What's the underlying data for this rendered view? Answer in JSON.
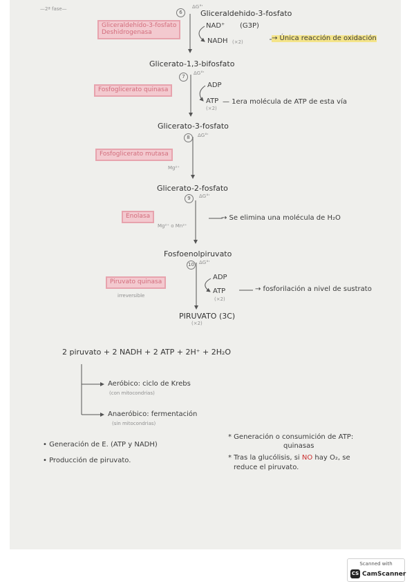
{
  "phase": "—2ª fase—",
  "steps": [
    {
      "num": "6",
      "enzyme": "Gliceraldehído-3-fosfato\nDeshidrogenasa",
      "substrate": "Gliceraldehido-3-fosfato",
      "in": "NAD⁺",
      "out": "NADH",
      "note": "→ Única reacción de oxidación"
    },
    {
      "num": "7",
      "enzyme": "Fosfoglicerato quinasa",
      "substrate": "Glicerato-1,3-bifosfato",
      "in": "ADP",
      "out": "ATP",
      "note": "— 1era molécula de ATP de esta vía"
    },
    {
      "num": "8",
      "enzyme": "Fosfoglicerato mutasa",
      "substrate": "Glicerato-3-fosfato",
      "cofactor": "Mg²⁺"
    },
    {
      "num": "9",
      "enzyme": "Enolasa",
      "substrate": "Glicerato-2-fosfato",
      "cofactor": "Mg²⁺ o Mn²⁺",
      "note": "→ Se elimina una molécula de H₂O"
    },
    {
      "num": "10",
      "enzyme": "Piruvato quinasa",
      "substrate": "Fosfoenolpiruvato",
      "in": "ADP",
      "out": "ATP",
      "note": "→ fosforilación a nivel de sustrato",
      "irreversible": "irreversible"
    }
  ],
  "delta_g": "ΔG°'",
  "g3p": "(G3P)",
  "x2": "(×2)",
  "product": "PIRUVATO (3C)",
  "summary_eq": "2 piruvato + 2 NADH + 2 ATP + 2H⁺ + 2H₂O",
  "branches": [
    {
      "label": "Aeróbico: ciclo de Krebs",
      "sub": "(con mitocondrias)"
    },
    {
      "label": "Anaeróbico: fermentación",
      "sub": "(sin mitocondrias)"
    }
  ],
  "bullets_left": [
    "• Generación de E. (ATP y NADH)",
    "• Producción de piruvato."
  ],
  "notes_right": {
    "n1": "* Generación o consumición de ATP:",
    "n1b": "quinasas",
    "n2a": "* Tras la glucólisis, si ",
    "n2red": "NO",
    "n2b": " hay O₂, se",
    "n2c": "reduce el piruvato."
  },
  "scanner": {
    "scanned": "Scanned with",
    "logo": "CS",
    "app": "CamScanner"
  }
}
